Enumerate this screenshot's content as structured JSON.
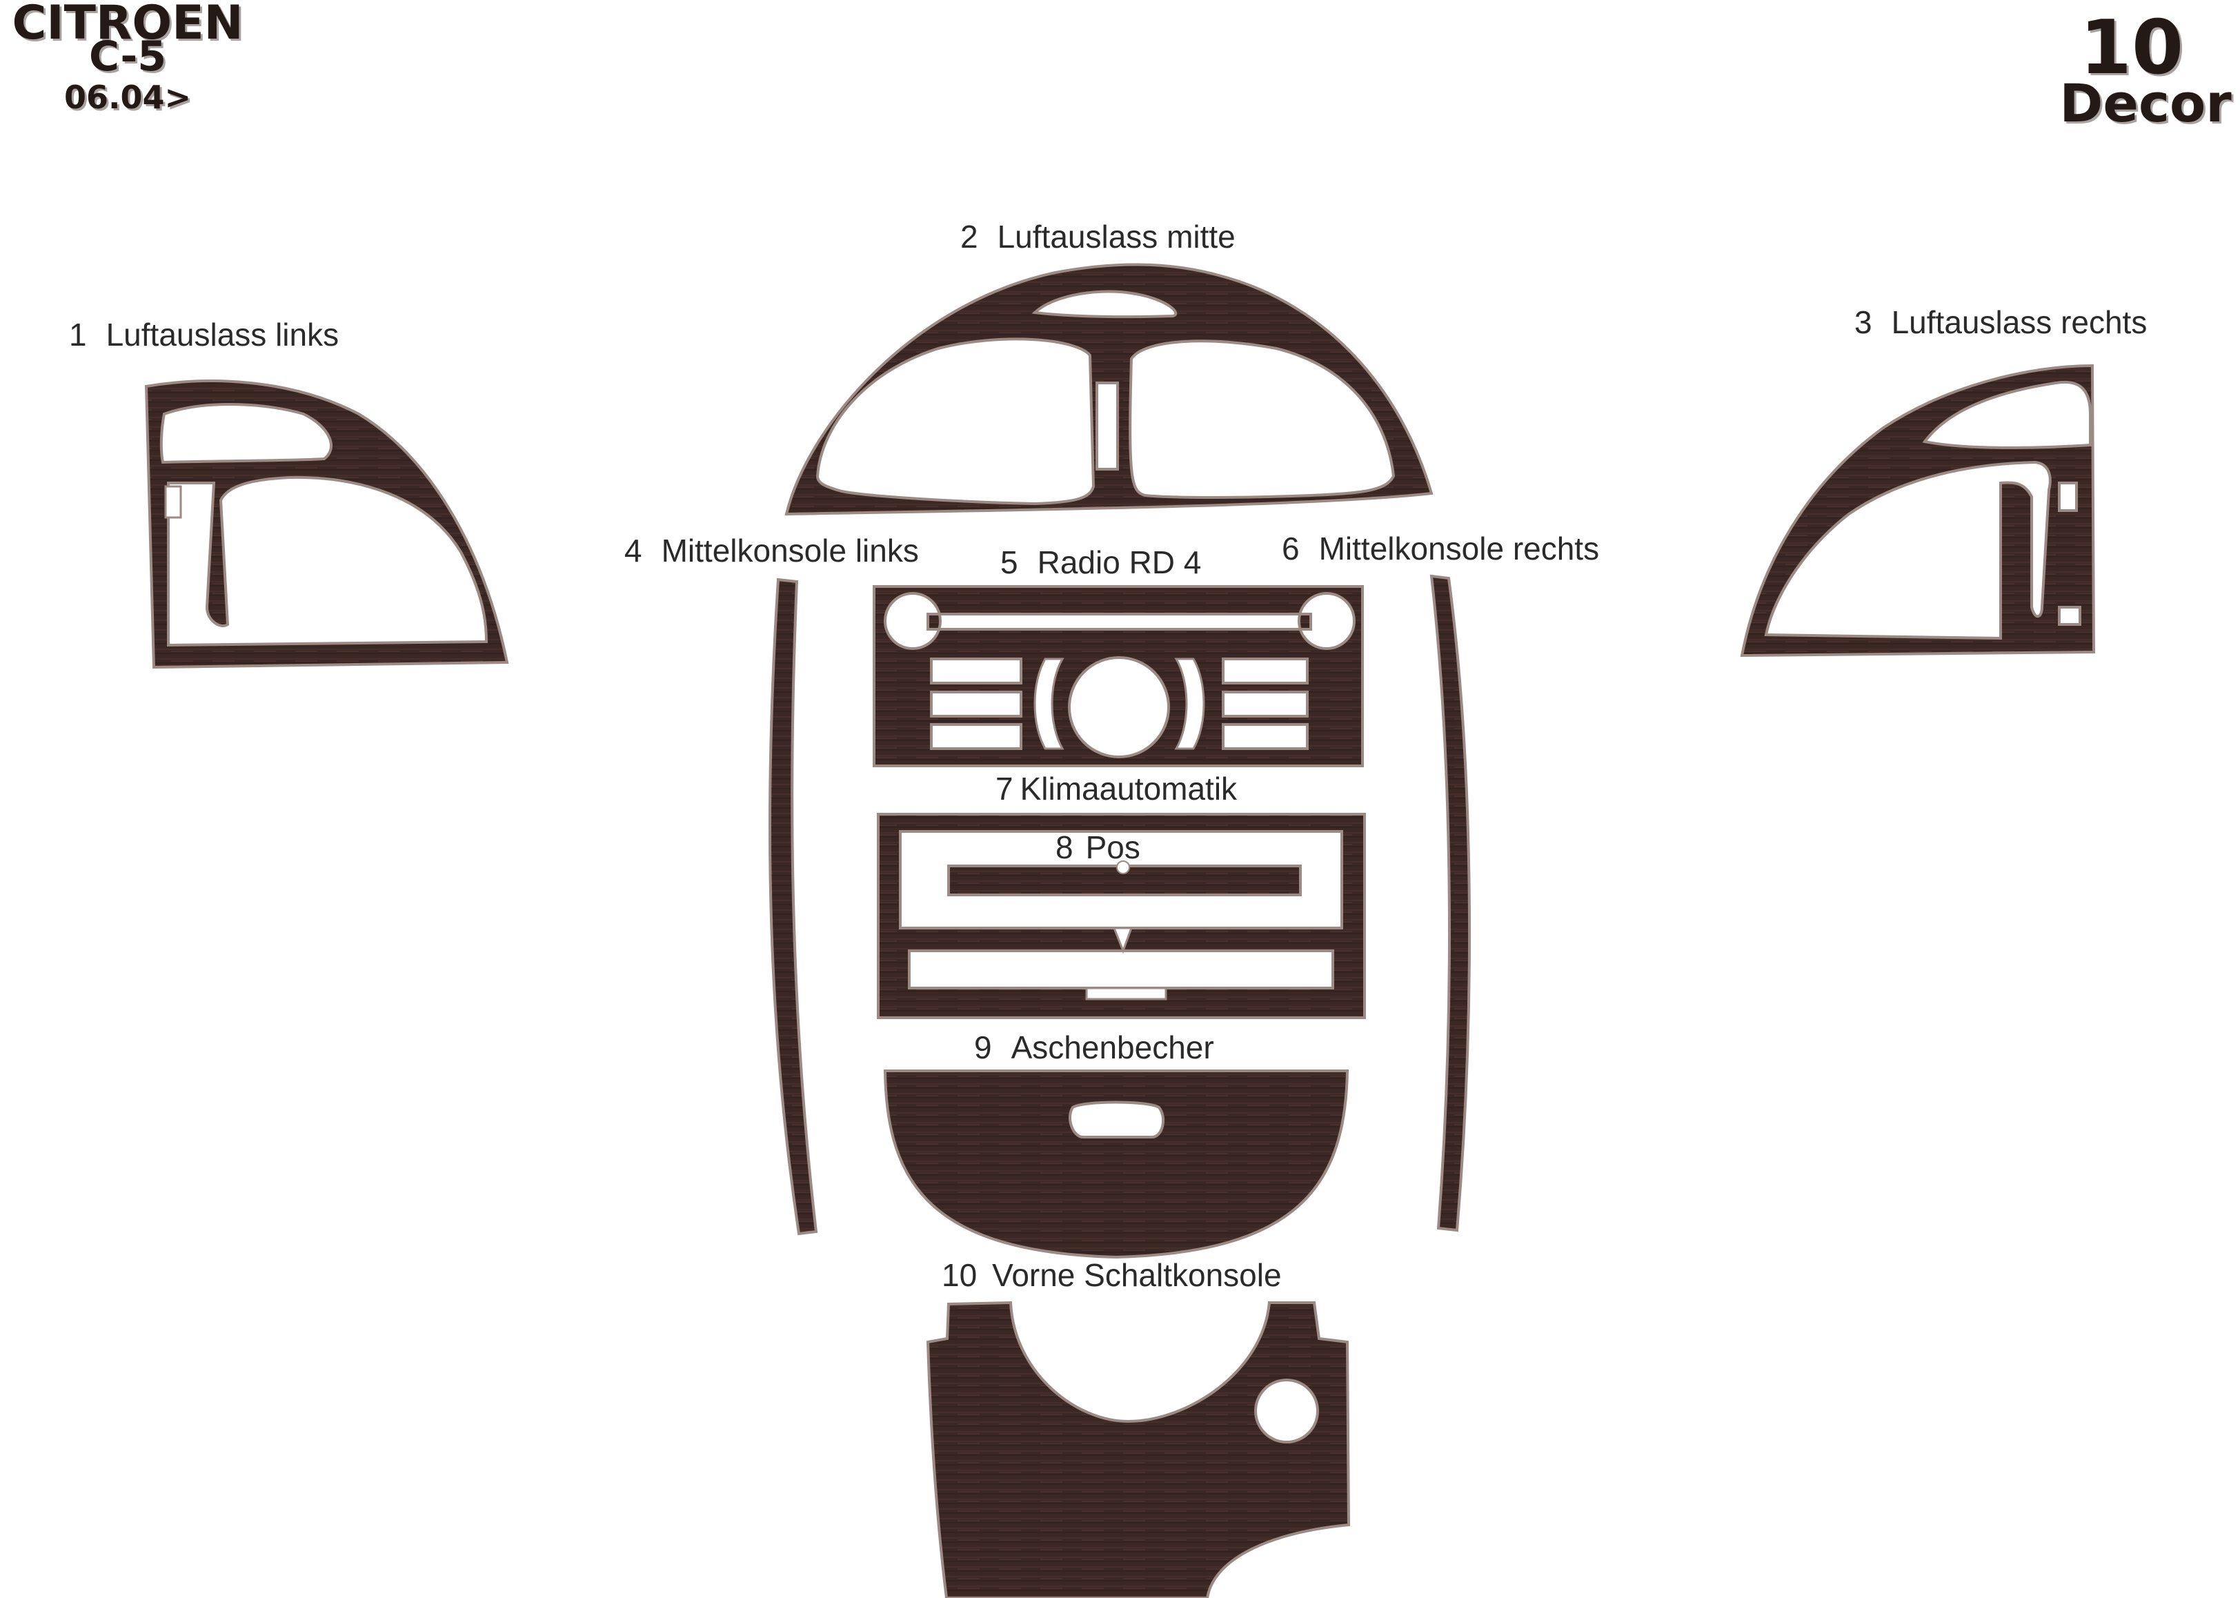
{
  "header": {
    "brand": "CITROEN",
    "model": "C-5",
    "date": "06.04>",
    "piece_count": "10",
    "kit_type": "Decor"
  },
  "colors": {
    "wood": "#3b2724",
    "wood_light": "#5a3c37",
    "wood_edge": "#9c8a84",
    "label_text": "#2a2a2a"
  },
  "parts": [
    {
      "num": "1",
      "name": "Luftauslass links"
    },
    {
      "num": "2",
      "name": "Luftauslass mitte"
    },
    {
      "num": "3",
      "name": "Luftauslass rechts"
    },
    {
      "num": "4",
      "name": "Mittelkonsole links"
    },
    {
      "num": "5",
      "name": "Radio RD 4"
    },
    {
      "num": "6",
      "name": "Mittelkonsole rechts"
    },
    {
      "num": "7",
      "name": "Klimaautomatik"
    },
    {
      "num": "8",
      "name": "Pos"
    },
    {
      "num": "9",
      "name": "Aschenbecher"
    },
    {
      "num": "10",
      "name": "Vorne Schaltkonsole"
    }
  ]
}
